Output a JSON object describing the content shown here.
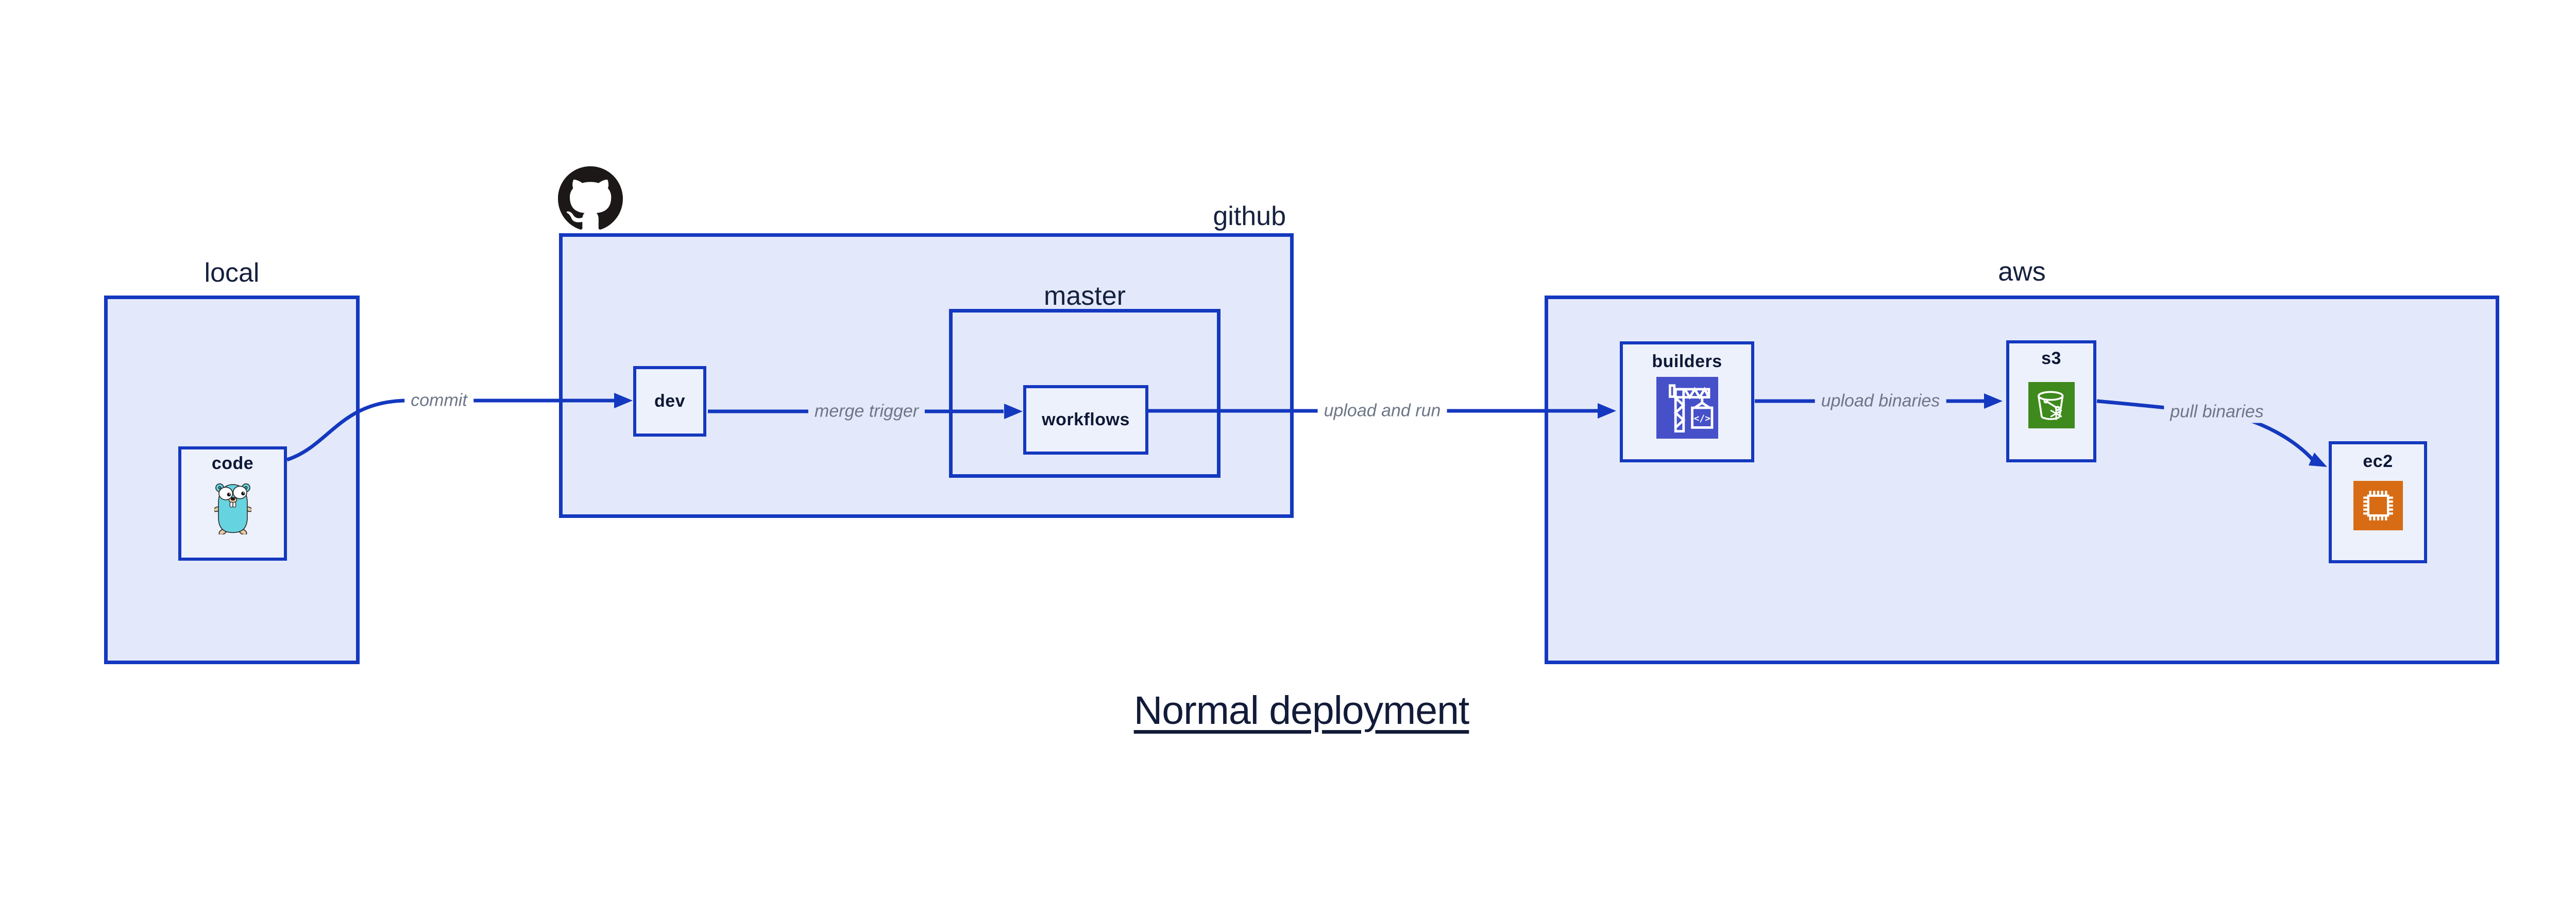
{
  "title": "Normal deployment",
  "containers": {
    "local": {
      "label": "local"
    },
    "github": {
      "label": "github",
      "logo_icon": "github-octocat-icon"
    },
    "master": {
      "label": "master"
    },
    "aws": {
      "label": "aws"
    }
  },
  "nodes": {
    "code": {
      "label": "code",
      "icon": "go-gopher-icon"
    },
    "dev": {
      "label": "dev"
    },
    "workflows": {
      "label": "workflows"
    },
    "builders": {
      "label": "builders",
      "icon": "aws-codebuild-crane-icon"
    },
    "s3": {
      "label": "s3",
      "icon": "aws-s3-glacier-bucket-icon"
    },
    "ec2": {
      "label": "ec2",
      "icon": "aws-ec2-chip-icon"
    }
  },
  "edges": [
    {
      "from": "code",
      "to": "dev",
      "label": "commit"
    },
    {
      "from": "dev",
      "to": "workflows",
      "label": "merge trigger"
    },
    {
      "from": "workflows",
      "to": "builders",
      "label": "upload and run"
    },
    {
      "from": "builders",
      "to": "s3",
      "label": "upload binaries"
    },
    {
      "from": "s3",
      "to": "ec2",
      "label": "pull binaries"
    }
  ],
  "colors": {
    "accent_blue": "#1438bf",
    "container_fill": "#e3e9fa",
    "node_fill": "#edf1fc",
    "label_navy": "#121b38",
    "edge_label_gray": "#6e7686",
    "codebuild_purple": "#4650c8",
    "s3_green": "#3e8a1d",
    "ec2_orange": "#d76c14",
    "github_black": "#1b1817",
    "gopher_teal": "#66d3e0"
  }
}
